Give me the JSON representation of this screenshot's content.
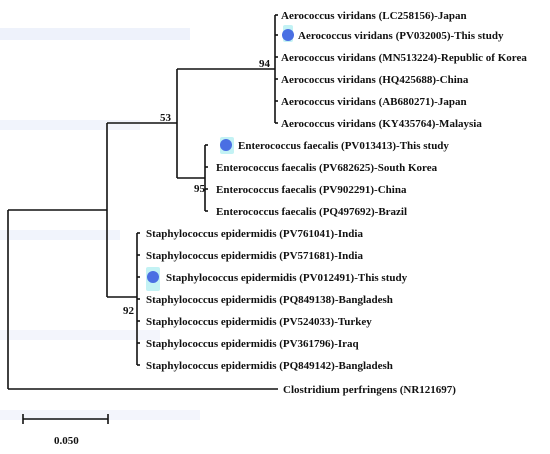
{
  "tree": {
    "taxa": [
      "Aerococcus viridans (LC258156)-Japan",
      "Aerococcus viridans (PV032005)-This study",
      "Aerococcus viridans (MN513224)-Republic of Korea",
      "Aerococcus viridans (HQ425688)-China",
      "Aerococcus viridans (AB680271)-Japan",
      "Aerococcus viridans (KY435764)-Malaysia",
      "Enterococcus faecalis (PV013413)-This study",
      "Enterococcus faecalis (PV682625)-South Korea",
      "Enterococcus faecalis (PV902291)-China",
      "Enterococcus faecalis (PQ497692)-Brazil",
      "Staphylococcus epidermidis (PV761041)-India",
      "Staphylococcus epidermidis (PV571681)-India",
      "Staphylococcus epidermidis (PV012491)-This study",
      "Staphylococcus epidermidis (PQ849138)-Bangladesh",
      "Staphylococcus epidermidis (PV524033)-Turkey",
      "Staphylococcus epidermidis (PV361796)-Iraq",
      "Staphylococcus epidermidis (PQ849142)-Bangladesh",
      "Clostridium perfringens (NR121697)"
    ],
    "this_study_marker_color": "#4a6fe3",
    "bootstrap": {
      "aerococcus": "94",
      "aero_entero": "53",
      "enterococcus": "95",
      "staphylococcus": "92"
    },
    "scale_bar_label": "0.050"
  }
}
